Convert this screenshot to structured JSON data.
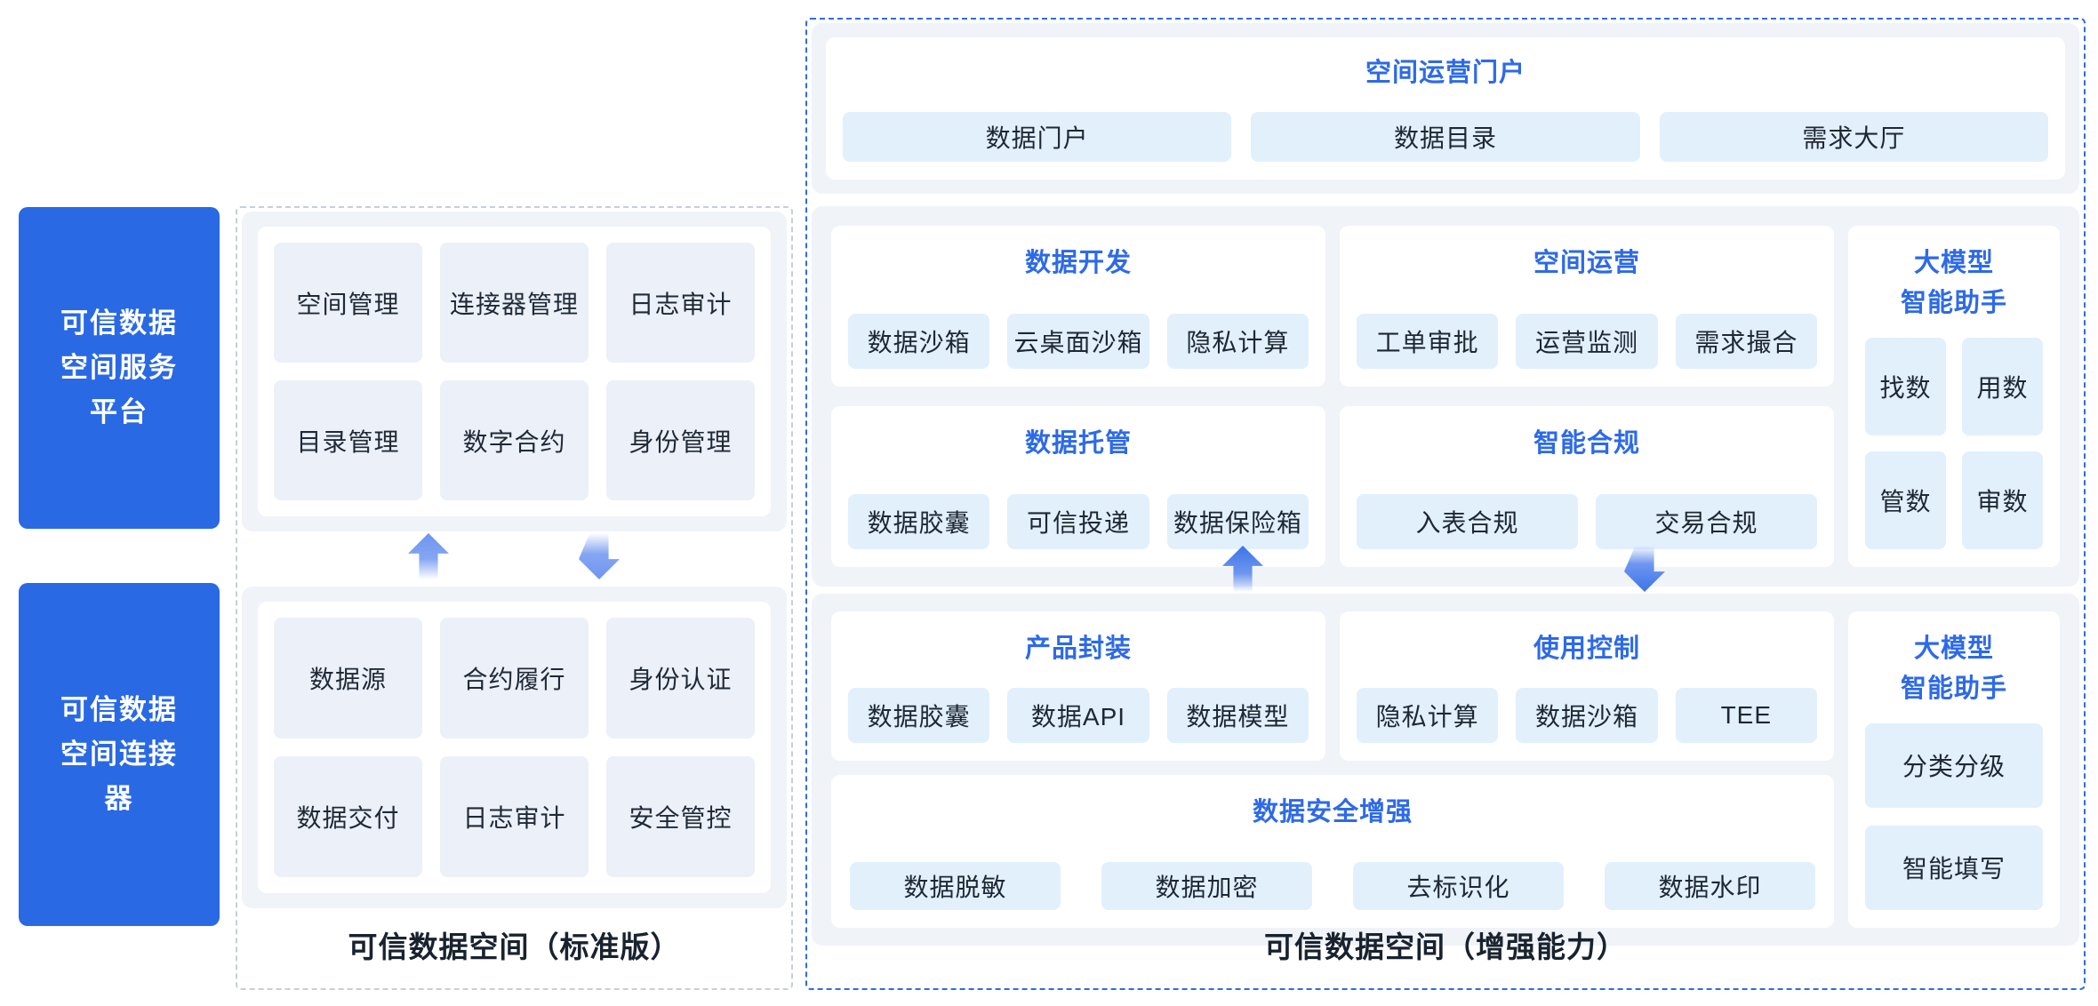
{
  "colors": {
    "primary_blue": "#2a69e4",
    "title_blue": "#2d6ae8",
    "enhanced_border_blue": "#2e6be8",
    "standard_border_gray": "#c7ceda",
    "section_gray": "#f0f3f8",
    "cell_gray": "#ecf0f8",
    "cell_blue": "#e2f0fc",
    "dark_text": "#19222f"
  },
  "left": {
    "platform_label": "可信数据\n空间服务\n平台",
    "connector_label": "可信数据\n空间连接\n器",
    "standard": {
      "footer": "可信数据空间（标准版）",
      "top_cells": [
        "空间管理",
        "连接器管理",
        "日志审计",
        "目录管理",
        "数字合约",
        "身份管理"
      ],
      "bottom_cells": [
        "数据源",
        "合约履行",
        "身份认证",
        "数据交付",
        "日志审计",
        "安全管控"
      ]
    }
  },
  "right": {
    "footer": "可信数据空间（增强能力）",
    "portal": {
      "title": "空间运营门户",
      "cells": [
        "数据门户",
        "数据目录",
        "需求大厅"
      ]
    },
    "dev": {
      "title": "数据开发",
      "cells": [
        "数据沙箱",
        "云桌面沙箱",
        "隐私计算"
      ]
    },
    "ops": {
      "title": "空间运营",
      "cells": [
        "工单审批",
        "运营监测",
        "需求撮合"
      ]
    },
    "ai_top": {
      "title": "大模型\n智能助手",
      "cells": [
        "找数",
        "用数",
        "管数",
        "审数"
      ]
    },
    "hosting": {
      "title": "数据托管",
      "cells": [
        "数据胶囊",
        "可信投递",
        "数据保险箱"
      ]
    },
    "compliance": {
      "title": "智能合规",
      "cells": [
        "入表合规",
        "交易合规"
      ]
    },
    "packaging": {
      "title": "产品封装",
      "cells": [
        "数据胶囊",
        "数据API",
        "数据模型"
      ]
    },
    "control": {
      "title": "使用控制",
      "cells": [
        "隐私计算",
        "数据沙箱",
        "TEE"
      ]
    },
    "ai_bottom": {
      "title": "大模型\n智能助手",
      "cells": [
        "分类分级",
        "智能填写"
      ]
    },
    "security": {
      "title": "数据安全增强",
      "cells": [
        "数据脱敏",
        "数据加密",
        "去标识化",
        "数据水印"
      ]
    }
  }
}
